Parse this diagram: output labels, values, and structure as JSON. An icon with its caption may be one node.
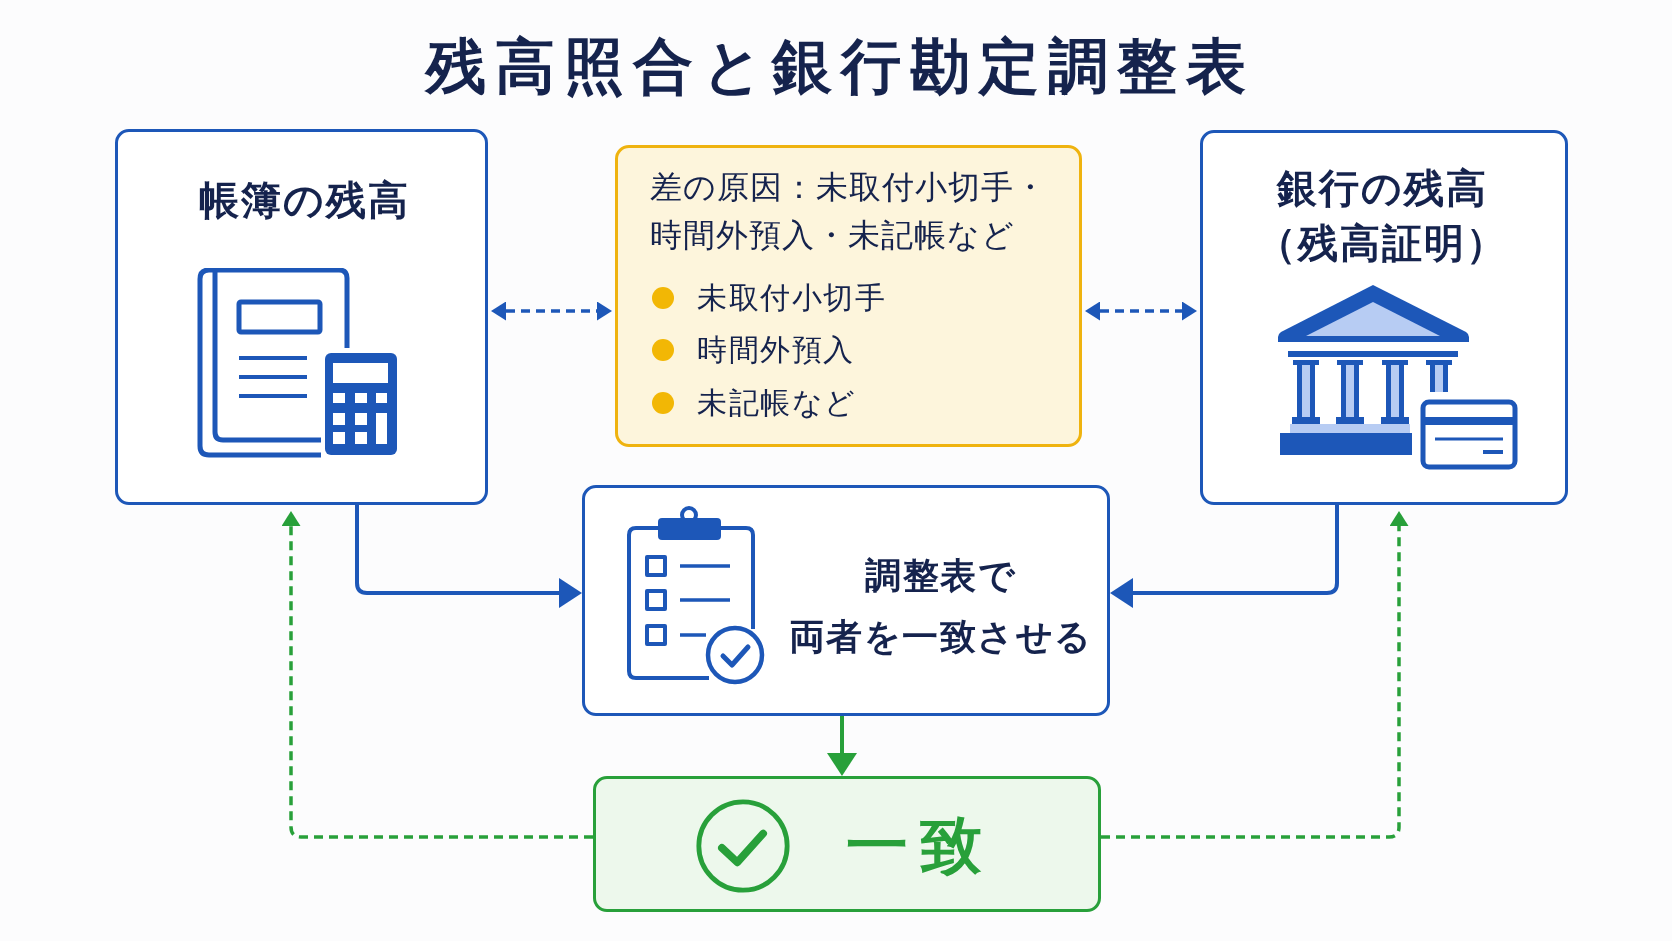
{
  "diagram": {
    "title": "残高照合と銀行勘定調整表",
    "nodes": [
      {
        "text": [
          "帳簿の残高"
        ]
      },
      {
        "text": [
          "差の原因：未取付小切手・時間外預入・未記帳など",
          "未取付小切手",
          "時間外預入",
          "未記帳など"
        ]
      },
      {
        "text": [
          "銀行の残高",
          "（残高証明）"
        ]
      },
      {
        "text": [
          "調整表で両者を一致させる"
        ]
      },
      {
        "text": [
          "一致"
        ]
      }
    ],
    "edges": [
      {
        "from": 0,
        "to": 1,
        "arrow": "both",
        "style": "dashed"
      },
      {
        "from": 1,
        "to": 2,
        "arrow": "both",
        "style": "dashed"
      },
      {
        "from": 0,
        "to": 3,
        "arrow": "to"
      },
      {
        "from": 2,
        "to": 3,
        "arrow": "to"
      },
      {
        "from": 3,
        "to": 4,
        "arrow": "to",
        "color": "#28a03a"
      },
      {
        "from": 4,
        "to": 0,
        "arrow": "to",
        "style": "dashed",
        "color": "#28a03a"
      },
      {
        "from": 4,
        "to": 2,
        "arrow": "to",
        "style": "dashed",
        "color": "#28a03a"
      }
    ]
  }
}
